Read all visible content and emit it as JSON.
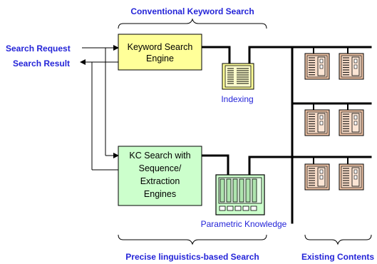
{
  "labels": {
    "conventional_keyword_search": "Conventional Keyword Search",
    "search_request": "Search Request",
    "search_result": "Search Result",
    "indexing": "Indexing",
    "parametric_knowledge": "Parametric Knowledge",
    "precise_linguistics_search": "Precise linguistics-based Search",
    "existing_contents": "Existing Contents"
  },
  "boxes": {
    "keyword_engine": {
      "lines": [
        "Keyword Search",
        "Engine"
      ],
      "fill": "#ffff99"
    },
    "kc_engine": {
      "lines": [
        "KC Search with",
        "Sequence/",
        "Extraction",
        "Engines"
      ],
      "fill": "#ccffcc"
    }
  },
  "colors": {
    "label_blue": "#2424d8",
    "server_fill": "#f2c6a8",
    "indexing_fill": "#ffff99",
    "knowledge_fill": "#ccffcc"
  },
  "icons": [
    "indexing-server-icon",
    "parametric-knowledge-rack-icon",
    "content-server-icon"
  ]
}
